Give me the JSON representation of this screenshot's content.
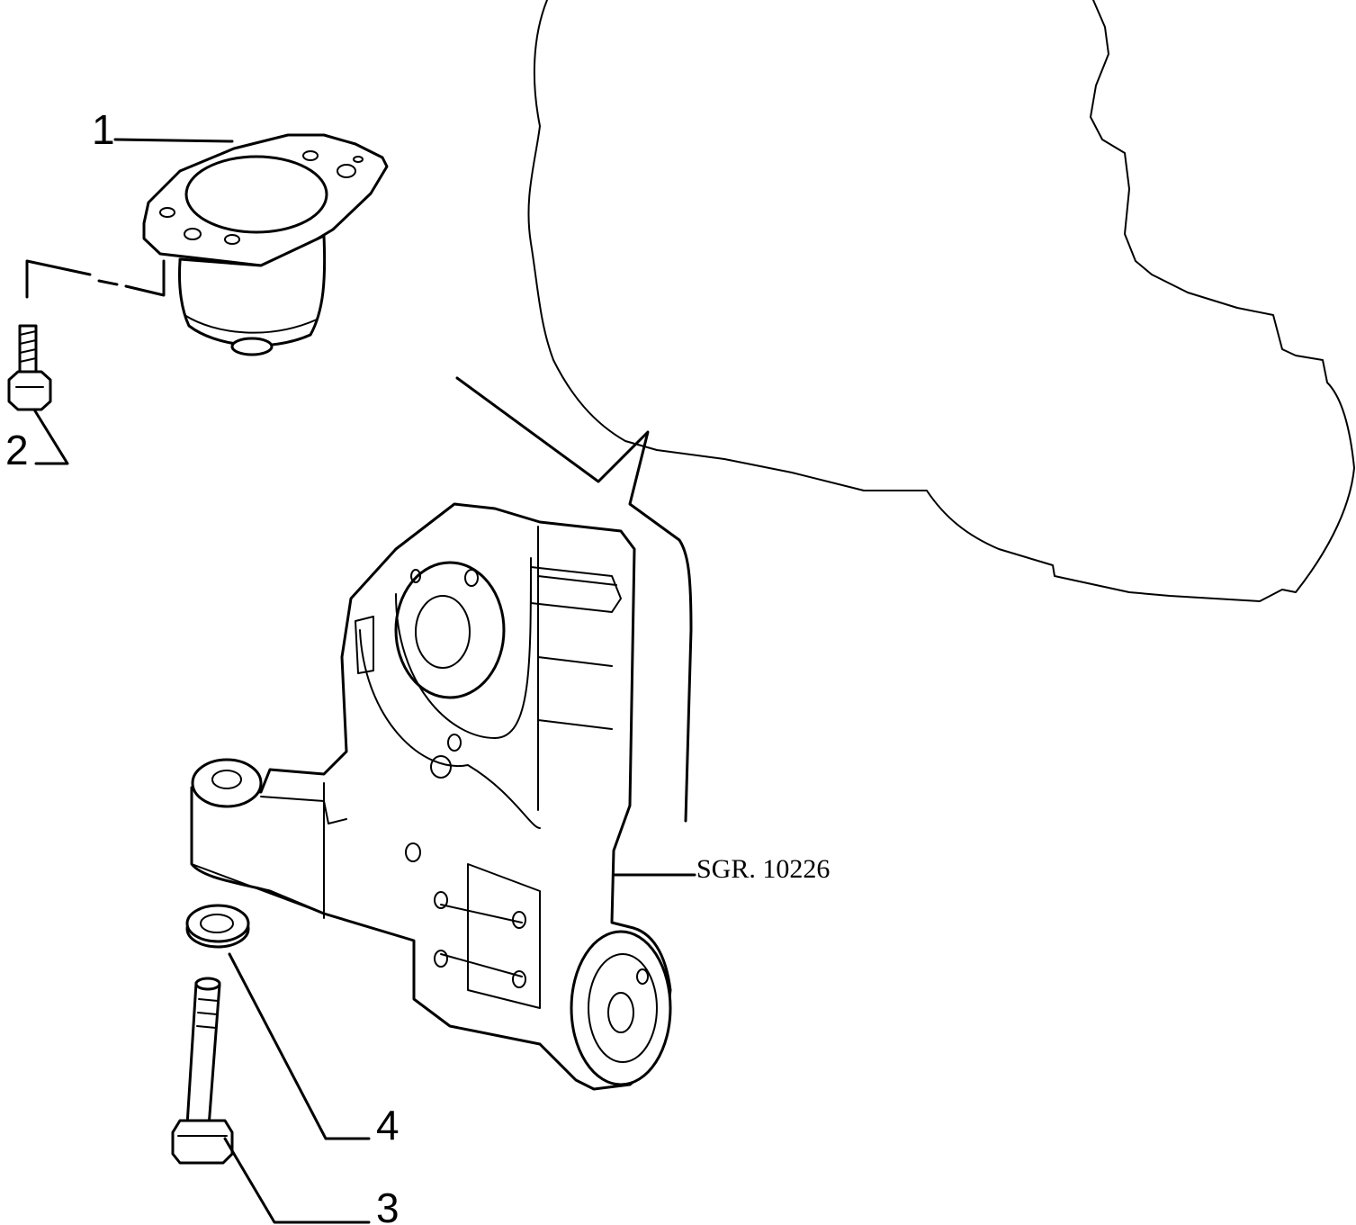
{
  "diagram": {
    "reference_code": "SGR. 10226",
    "callouts": [
      {
        "id": "1",
        "label": "1"
      },
      {
        "id": "2",
        "label": "2"
      },
      {
        "id": "3",
        "label": "3"
      },
      {
        "id": "4",
        "label": "4"
      }
    ],
    "parts": [
      {
        "callout": "1",
        "icon": "engine-mount-icon"
      },
      {
        "callout": "2",
        "icon": "flange-bolt-icon"
      },
      {
        "callout": "3",
        "icon": "long-bolt-icon"
      },
      {
        "callout": "4",
        "icon": "washer-icon"
      }
    ],
    "line_color": "#000000",
    "background_color": "#ffffff"
  }
}
